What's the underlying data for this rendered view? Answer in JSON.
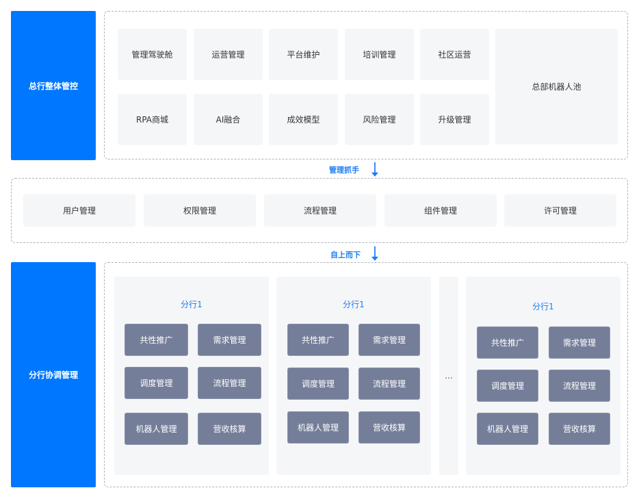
{
  "hq": {
    "label": "总行整体管控",
    "modules": [
      "管理驾驶舱",
      "运营管理",
      "平台维护",
      "培训管理",
      "社区运营",
      "RPA商城",
      "AI融合",
      "成效模型",
      "风险管理",
      "升级管理"
    ],
    "pool": "总部机器人池"
  },
  "connector1": "管理抓手",
  "platform": {
    "modules": [
      "用户管理",
      "权限管理",
      "流程管理",
      "组件管理",
      "许可管理"
    ]
  },
  "connector2": "自上而下",
  "branch": {
    "label": "分行协调管理",
    "panels": [
      {
        "title": "分行1",
        "items": [
          "共性推广",
          "需求管理",
          "调度管理",
          "流程管理",
          "机器人管理",
          "营收核算"
        ]
      },
      {
        "title": "分行1",
        "items": [
          "共性推广",
          "需求管理",
          "调度管理",
          "流程管理",
          "机器人管理",
          "营收核算"
        ]
      },
      {
        "title": "分行1",
        "items": [
          "共性推广",
          "需求管理",
          "调度管理",
          "流程管理",
          "机器人管理",
          "营收核算"
        ]
      }
    ],
    "ellipsis": "..."
  }
}
